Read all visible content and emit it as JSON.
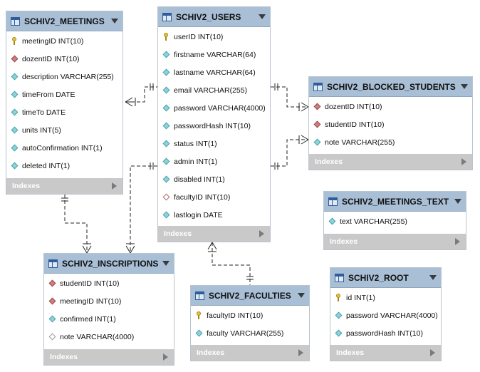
{
  "tables": {
    "meetings": {
      "title": "SCHIV2_MEETINGS",
      "columns": [
        {
          "text": "meetingID INT(10)",
          "icon": "primary-key-icon"
        },
        {
          "text": "dozentID INT(10)",
          "icon": "foreign-key-icon"
        },
        {
          "text": "description VARCHAR(255)",
          "icon": "column-icon"
        },
        {
          "text": "timeFrom DATE",
          "icon": "column-icon"
        },
        {
          "text": "timeTo DATE",
          "icon": "column-icon"
        },
        {
          "text": "units INT(5)",
          "icon": "column-icon"
        },
        {
          "text": "autoConfirmation INT(1)",
          "icon": "column-icon"
        },
        {
          "text": "deleted INT(1)",
          "icon": "column-icon"
        }
      ],
      "indexes": "Indexes"
    },
    "users": {
      "title": "SCHIV2_USERS",
      "columns": [
        {
          "text": "userID INT(10)",
          "icon": "primary-key-icon"
        },
        {
          "text": "firstname VARCHAR(64)",
          "icon": "column-icon"
        },
        {
          "text": "lastname VARCHAR(64)",
          "icon": "column-icon"
        },
        {
          "text": "email VARCHAR(255)",
          "icon": "column-icon"
        },
        {
          "text": "password VARCHAR(4000)",
          "icon": "column-icon"
        },
        {
          "text": "passwordHash INT(10)",
          "icon": "column-icon"
        },
        {
          "text": "status INT(1)",
          "icon": "column-icon"
        },
        {
          "text": "admin INT(1)",
          "icon": "column-icon"
        },
        {
          "text": "disabled INT(1)",
          "icon": "column-icon"
        },
        {
          "text": "facultyID INT(10)",
          "icon": "nullable-foreign-key-icon"
        },
        {
          "text": "lastlogin DATE",
          "icon": "column-icon"
        }
      ],
      "indexes": "Indexes"
    },
    "blocked": {
      "title": "SCHIV2_BLOCKED_STUDENTS",
      "columns": [
        {
          "text": "dozentID INT(10)",
          "icon": "foreign-key-icon"
        },
        {
          "text": "studentID INT(10)",
          "icon": "foreign-key-icon"
        },
        {
          "text": "note VARCHAR(255)",
          "icon": "column-icon"
        }
      ],
      "indexes": "Indexes"
    },
    "meetings_text": {
      "title": "SCHIV2_MEETINGS_TEXT",
      "columns": [
        {
          "text": "text VARCHAR(255)",
          "icon": "column-icon"
        }
      ],
      "indexes": "Indexes"
    },
    "inscriptions": {
      "title": "SCHIV2_INSCRIPTIONS",
      "columns": [
        {
          "text": "studentID INT(10)",
          "icon": "foreign-key-icon"
        },
        {
          "text": "meetingID INT(10)",
          "icon": "foreign-key-icon"
        },
        {
          "text": "confirmed INT(1)",
          "icon": "column-icon"
        },
        {
          "text": "note VARCHAR(4000)",
          "icon": "nullable-column-icon"
        }
      ],
      "indexes": "Indexes"
    },
    "faculties": {
      "title": "SCHIV2_FACULTIES",
      "columns": [
        {
          "text": "facultyID INT(10)",
          "icon": "primary-key-icon"
        },
        {
          "text": "faculty VARCHAR(255)",
          "icon": "column-icon"
        }
      ],
      "indexes": "Indexes"
    },
    "root": {
      "title": "SCHIV2_ROOT",
      "columns": [
        {
          "text": "id INT(1)",
          "icon": "primary-key-icon"
        },
        {
          "text": "password VARCHAR(4000)",
          "icon": "column-icon"
        },
        {
          "text": "passwordHash INT(10)",
          "icon": "column-icon"
        }
      ],
      "indexes": "Indexes"
    }
  },
  "colors": {
    "header": "#a9bfd6",
    "indexes_bar": "#c9c9c9",
    "column_icon": "#8fd3da",
    "foreign_key_icon": "#cf7f80",
    "primary_key_icon": "#e7c23a"
  }
}
